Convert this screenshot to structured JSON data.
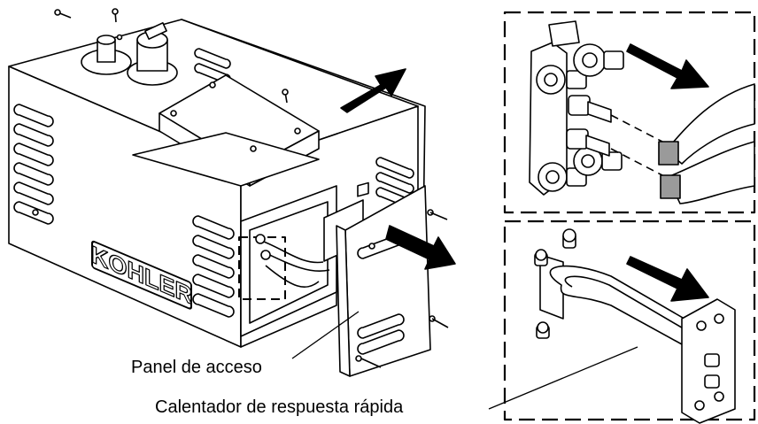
{
  "labels": {
    "access_panel": "Panel de acceso",
    "quick_heater": "Calentador de respuesta rápida"
  },
  "brand": "KOHLER",
  "colors": {
    "line": "#000000",
    "fill": "#ffffff",
    "shade": "#9a9a9a",
    "arrow": "#000000"
  }
}
